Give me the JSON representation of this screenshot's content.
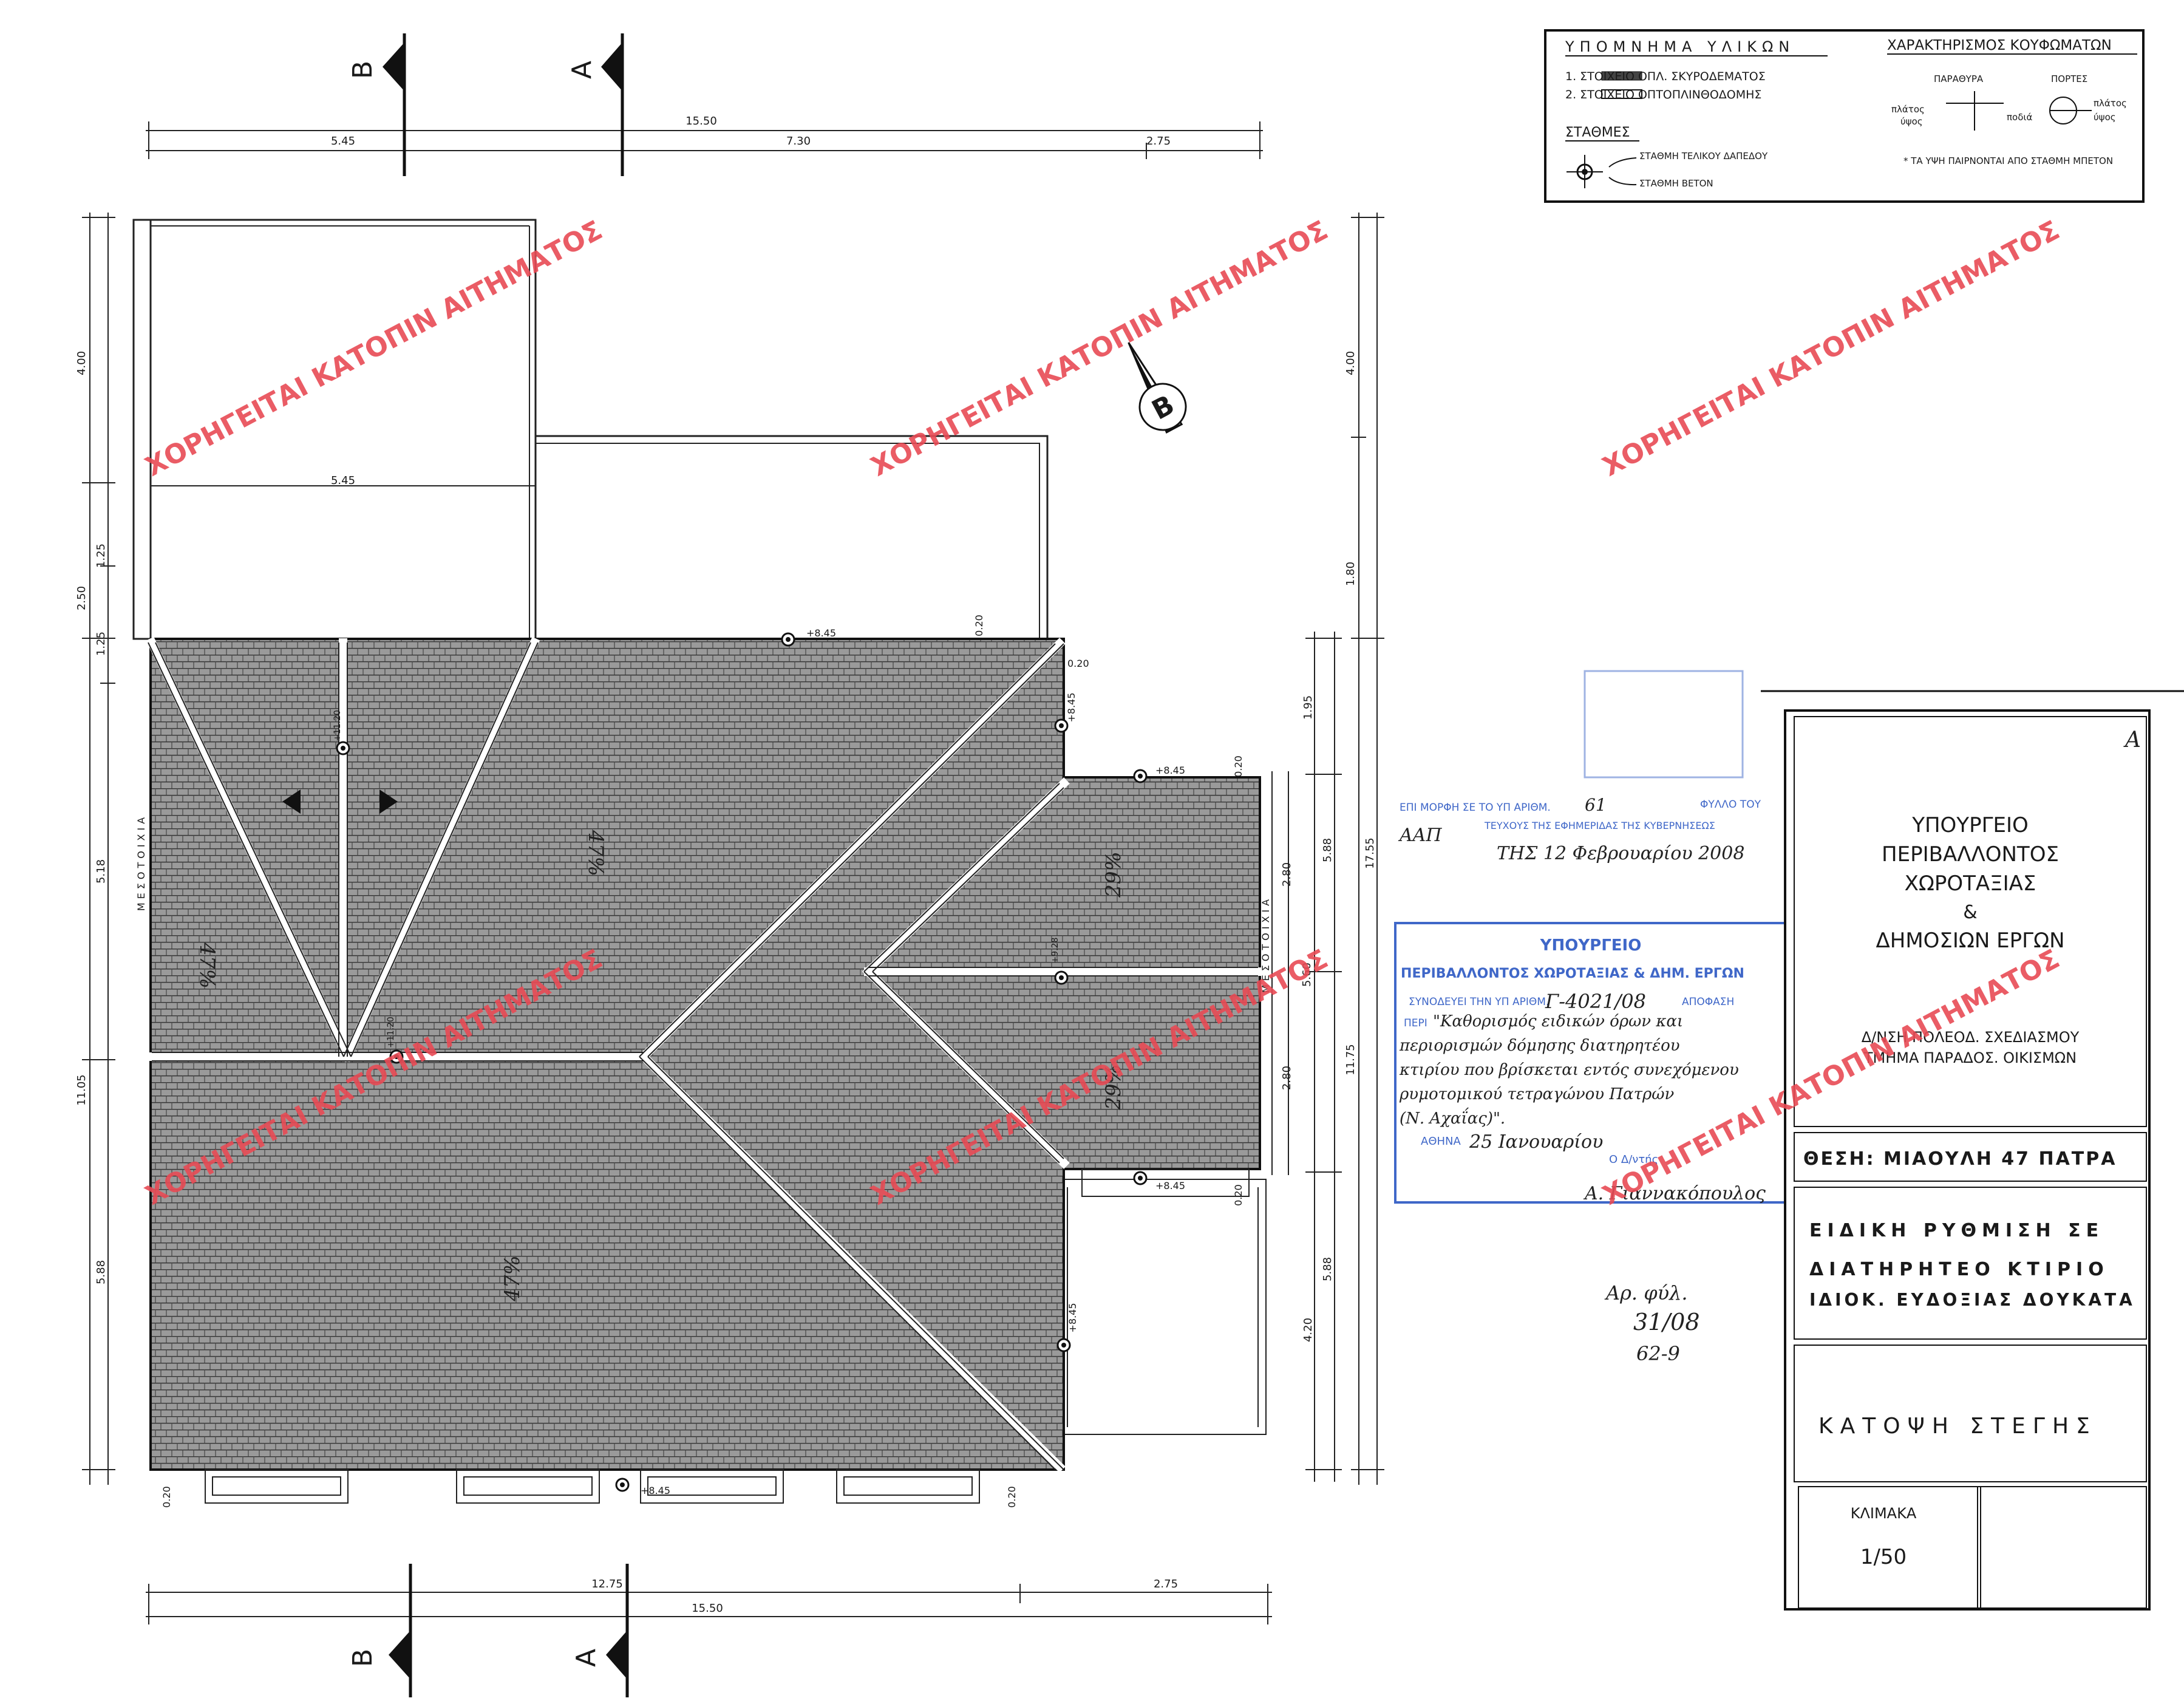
{
  "legend": {
    "materials_title": "ΥΠΟΜΝΗΜΑ ΥΛΙΚΩΝ",
    "material_1": "1.  ΣΤΟΙΧΕΙΟ ΟΠΛ. ΣΚΥΡΟΔΕΜΑΤΟΣ",
    "material_2": "2.  ΣΤΟΙΧΕΙΟ ΟΠΤΟΠΛΙΝΘΟΔΟΜΗΣ",
    "openings_title": "ΧΑΡΑΚΤΗΡΙΣΜΟΣ ΚΟΥΦΩΜΑΤΩΝ",
    "windows": "ΠΑΡΑΘΥΡΑ",
    "doors": "ΠΟΡΤΕΣ",
    "width_label": "πλάτος",
    "height_label": "ύψος",
    "sill_label": "ποδιά",
    "levels_title": "ΣΤΑΘΜΕΣ",
    "level_ground": "ΣΤΑΘΜΗ ΤΕΛΙΚΟΥ ΔΑΠΕΔΟΥ",
    "level_concrete": "ΣΤΑΘΜΗ ΒΕΤΟΝ",
    "note": "*  ΤΑ ΥΨΗ ΠΑΙΡΝΟΝΤΑΙ ΑΠΟ ΣΤΑΘΜΗ ΜΠΕΤΟΝ"
  },
  "sections": {
    "b": "B",
    "a": "A"
  },
  "north": "B",
  "dimensions": {
    "top_total": "15.50",
    "top_1": "5.45",
    "top_2": "7.30",
    "top_3": "2.75",
    "bottom_1": "12.75",
    "bottom_2": "2.75",
    "bottom_total": "15.50",
    "inner_545": "5.45",
    "left_400": "4.00",
    "left_250": "2.50",
    "left_125a": "1.25",
    "left_125b": "1.25",
    "left_518": "5.18",
    "left_1105": "11.05",
    "left_588": "5.88",
    "right_400": "4.00",
    "right_180": "1.80",
    "right_1755": "17.55",
    "right_1175": "11.75",
    "right_195": "1.95",
    "right_588a": "5.88",
    "right_280a": "2.80",
    "right_560": "5.60",
    "right_280b": "2.80",
    "right_588b": "5.88",
    "right_420": "4.20",
    "eave_020": "0.20"
  },
  "levels": {
    "l845": "+8.45",
    "l1120": "+11.20",
    "l1120b": "+11.20",
    "l928": "+9.28"
  },
  "slopes": {
    "s47": "47%",
    "s29": "29%"
  },
  "party_wall": "ΜΕΣΟΤΟΙΧΙΑ",
  "stamp": {
    "line1": "ΕΠΙ ΜΟΡΦΗ ΣΕ ΤΟ ΥΠ ΑΡΙΘΜ.",
    "num": "61",
    "line1b": "ΦΥΛΛΟ ΤΟΥ",
    "gazette": "ΑΑΠ",
    "line2": "ΤΕΥΧΟΥΣ ΤΗΣ ΕΦΗΜΕΡΙΔΑΣ ΤΗΣ ΚΥΒΕΡΝΗΣΕΩΣ",
    "date": "ΤΗΣ 12 Φεβρουαρίου 2008"
  },
  "ministry_stamp": {
    "title": "ΥΠΟΥΡΓΕΙΟ",
    "subtitle": "ΠΕΡΙΒΑΛΛΟΝΤΟΣ ΧΩΡΟΤΑΞΙΑΣ & ΔΗΜ. ΕΡΓΩΝ",
    "accompanies": "ΣΥΝΟΔΕΥΕΙ ΤΗΝ ΥΠ ΑΡΙΘΜ.",
    "decision_no": "Γ-4021/08",
    "decision": "ΑΠΟΦΑΣΗ",
    "peri": "ΠΕΡΙ",
    "subject_1": "\"Καθορισμός ειδικών όρων και",
    "subject_2": "περιορισμών δόμησης διατηρητέου",
    "subject_3": "κτιρίου που βρίσκεται εντός συνεχόμενου",
    "subject_4": "ρυμοτομικού τετραγώνου Πατρών",
    "subject_5": "(Ν. Αχαΐας)\".",
    "athens": "ΑΘΗΝΑ",
    "athens_date": "25 Ιανουαρίου",
    "director": "Ο Δ/ντής",
    "signature": "Α. Γιαννακόπουλος"
  },
  "registry": {
    "line1": "Αρ. φύλ.",
    "line2": "31/08",
    "line3": "62-9"
  },
  "title_block": {
    "ministry_1": "ΥΠΟΥΡΓΕΙΟ",
    "ministry_2": "ΠΕΡΙΒΑΛΛΟΝΤΟΣ",
    "ministry_3": "ΧΩΡΟΤΑΞΙΑΣ",
    "ministry_4": "&",
    "ministry_5": "ΔΗΜΟΣΙΩΝ ΕΡΓΩΝ",
    "dept_1": "Δ/ΝΣΗ ΠΟΛΕΟΔ. ΣΧΕΔΙΑΣΜΟΥ",
    "dept_2": "ΤΜΗΜΑ ΠΑΡΑΔΟΣ. ΟΙΚΙΣΜΩΝ",
    "corner": "Α",
    "location": "ΘΕΣΗ: ΜΙΑΟΥΛΗ 47 ΠΑΤΡΑ",
    "project_1": "ΕΙΔΙΚΗ ΡΥΘΜΙΣΗ ΣΕ",
    "project_2": "ΔΙΑΤΗΡΗΤΕΟ ΚΤΙΡΙΟ",
    "project_3": "ΙΔΙΟΚ. ΕΥΔΟΞΙΑΣ ΔΟΥΚΑΤΑ",
    "drawing": "ΚΑΤΟΨΗ ΣΤΕΓΗΣ",
    "scale_label": "ΚΛΙΜΑΚΑ",
    "scale": "1/50"
  },
  "watermark": "ΧΟΡΗΓΕΙΤΑΙ ΚΑΤΟΠΙΝ ΑΙΤΗΜΑΤΟΣ",
  "colors": {
    "watermark": "#e84b55",
    "stamp_blue": "#3f67c8",
    "ink": "#222222"
  }
}
